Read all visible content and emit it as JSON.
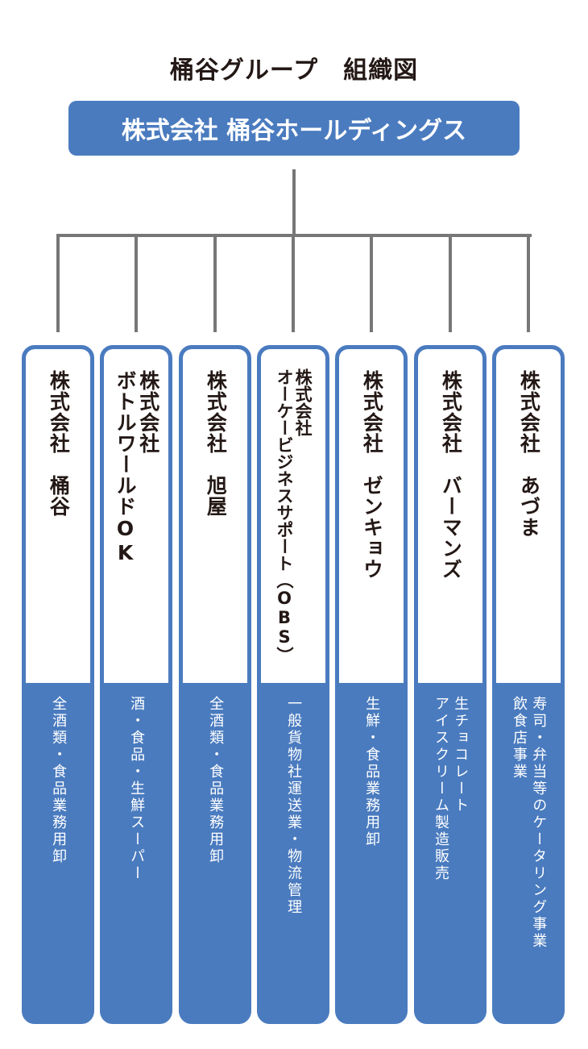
{
  "title": "桶谷グループ　組織図",
  "parent": "株式会社 桶谷ホールディングス",
  "colors": {
    "accent": "#4a7bbf",
    "connector": "#777777",
    "text": "#231815"
  },
  "companies": [
    {
      "name": "株式会社　桶谷",
      "desc": "全酒類・食品業務用卸"
    },
    {
      "name": "株式会社\nボトルワールドOK",
      "desc": "酒・食品・生鮮スーパー"
    },
    {
      "name": "株式会社　旭屋",
      "desc": "全酒類・食品業務用卸"
    },
    {
      "name": "株式会社\nオーケービジネスサポート（OBS）",
      "desc": "一般貨物社運送業・物流管理"
    },
    {
      "name": "株式会社　ゼンキョウ",
      "desc": "生鮮・食品業務用卸"
    },
    {
      "name": "株式会社　バーマンズ",
      "desc": "生チョコレート\nアイスクリーム製造販売"
    },
    {
      "name": "株式会社　あづま",
      "desc": "寿司・弁当等のケータリング事業\n飲食店事業"
    }
  ]
}
